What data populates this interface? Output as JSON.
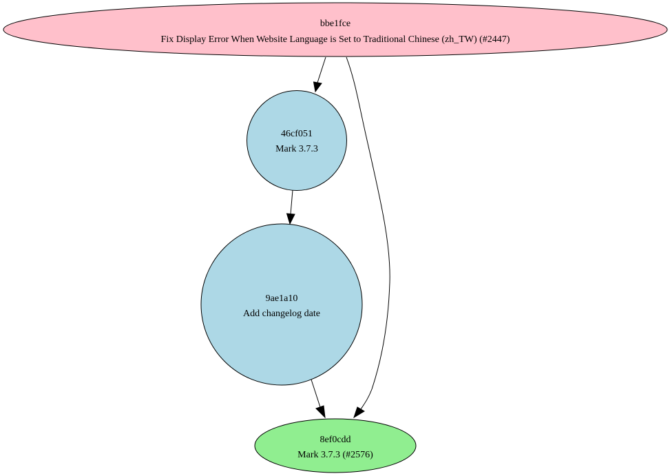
{
  "graph": {
    "nodes": [
      {
        "id": "bbe1fce",
        "hash": "bbe1fce",
        "message": "Fix Display Error When Website Language is Set to Traditional Chinese (zh_TW) (#2447)",
        "fill": "#ffc0cb"
      },
      {
        "id": "46cf051",
        "hash": "46cf051",
        "message": "Mark 3.7.3",
        "fill": "#add8e6"
      },
      {
        "id": "9ae1a10",
        "hash": "9ae1a10",
        "message": "Add changelog date",
        "fill": "#add8e6"
      },
      {
        "id": "8ef0cdd",
        "hash": "8ef0cdd",
        "message": "Mark 3.7.3 (#2576)",
        "fill": "#90ee90"
      }
    ],
    "edges": [
      {
        "from": "bbe1fce",
        "to": "46cf051"
      },
      {
        "from": "bbe1fce",
        "to": "8ef0cdd"
      },
      {
        "from": "46cf051",
        "to": "9ae1a10"
      },
      {
        "from": "9ae1a10",
        "to": "8ef0cdd"
      }
    ]
  }
}
